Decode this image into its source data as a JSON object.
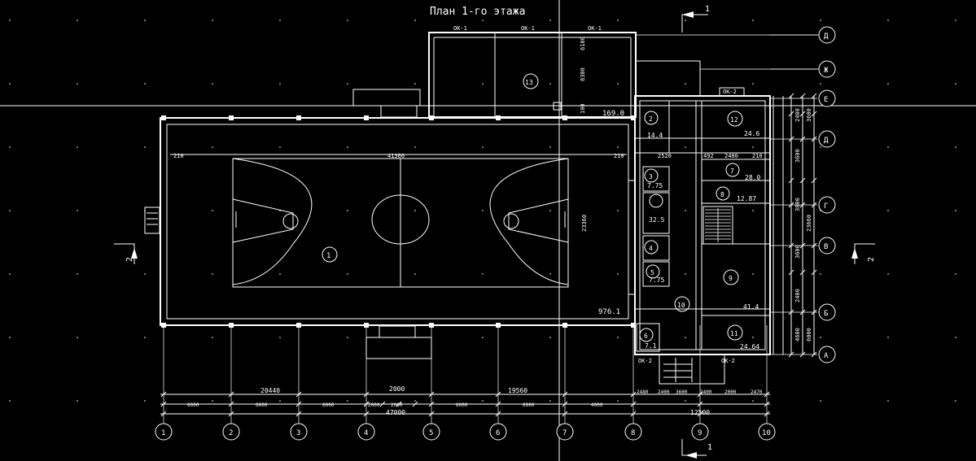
{
  "title": "План 1-го этажа",
  "section_marks": {
    "top": "1",
    "bottom": "1",
    "left": "2",
    "right": "2"
  },
  "grid_x": [
    "1",
    "2",
    "3",
    "4",
    "5",
    "6",
    "7",
    "8",
    "9",
    "10"
  ],
  "grid_y": [
    "Д",
    "Ж",
    "Е",
    "Д",
    "Г",
    "В",
    "Б",
    "А"
  ],
  "window_marks": {
    "ok1a": "ОК-1",
    "ok1b": "ОК-1",
    "ok1c": "ОК-1",
    "ok2a": "ОК-2",
    "ok2b": "ОК-2",
    "ok2c": "ОК-2"
  },
  "rooms": {
    "r1": "1",
    "r2": "2",
    "r3": "3",
    "r4": "4",
    "r5": "5",
    "r6": "6",
    "r7": "7",
    "r8": "8",
    "r9": "9",
    "r10": "10",
    "r11": "11",
    "r12": "12",
    "r13": "13"
  },
  "areas": {
    "a_hall": "169.0",
    "a_corr": "976.1",
    "a2": "14.4",
    "a3": "7.75",
    "a4": "32.5",
    "a5": "7.75",
    "a6": "7.1",
    "a12": "24.6",
    "a7": "28.0",
    "a8": "12.87",
    "a9": "41.4",
    "a11": "24.64"
  },
  "dims": {
    "hall_len": "41360",
    "hall_w": "23360",
    "h13": "8300",
    "d_top_a": "6100",
    "d_top_b": "100",
    "left_w": "210",
    "right_w": "210",
    "mid_a": "2520",
    "mid_b": "492",
    "mid_c": "2400",
    "mid_d": "210",
    "bottom_1": "20440",
    "bottom_2": "2000",
    "bottom_3": "19560",
    "bottom_total": "47000",
    "bottom_right": "12500",
    "b_6000a": "6000",
    "b_6000b": "6000",
    "b_6000c": "6000",
    "b_2000a": "2000",
    "b_2000b": "2000",
    "b_6000d": "6000",
    "b_6000e": "6000",
    "b_4000": "4000",
    "br_a": "2480",
    "br_b": "2400",
    "br_c": "3600",
    "br_d": "2400",
    "br_e": "2000",
    "br_f": "2470",
    "rv_1": "2400",
    "rv_2": "3600",
    "rv_3": "3800",
    "rv_4": "3600",
    "rv_5": "2400",
    "rv_6": "4600",
    "rt_1": "3600",
    "rt_2": "23660",
    "rt_3": "6000"
  }
}
